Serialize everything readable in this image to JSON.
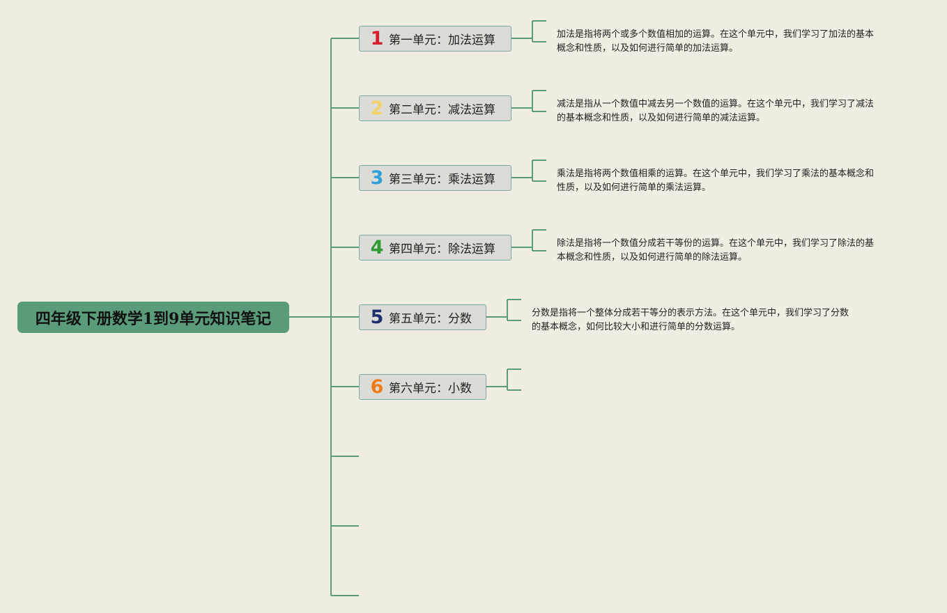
{
  "root": {
    "title": "四年级下册数学1到9单元知识笔记"
  },
  "units": [
    {
      "num": "1",
      "label": "第一单元：加法运算",
      "color": "#d4202f",
      "desc": [
        "加法是指将两个或多个数值相加的运算。在这个单元中，我们学习了加法的基本",
        "概念和性质，以及如何进行简单的加法运算。"
      ]
    },
    {
      "num": "2",
      "label": "第二单元：减法运算",
      "color": "#f2d36b",
      "desc": [
        "减法是指从一个数值中减去另一个数值的运算。在这个单元中，我们学习了减法",
        "的基本概念和性质，以及如何进行简单的减法运算。"
      ]
    },
    {
      "num": "3",
      "label": "第三单元：乘法运算",
      "color": "#2f9fd8",
      "desc": [
        "乘法是指将两个数值相乘的运算。在这个单元中，我们学习了乘法的基本概念和",
        "性质，以及如何进行简单的乘法运算。"
      ]
    },
    {
      "num": "4",
      "label": "第四单元：除法运算",
      "color": "#2f9a2f",
      "desc": [
        "除法是指将一个数值分成若干等份的运算。在这个单元中，我们学习了除法的基",
        "本概念和性质，以及如何进行简单的除法运算。"
      ]
    },
    {
      "num": "5",
      "label": "第五单元：分数",
      "color": "#1f2f6e",
      "desc": [
        "分数是指将一个整体分成若干等分的表示方法。在这个单元中，我们学习了分数",
        "的基本概念，如何比较大小和进行简单的分数运算。"
      ]
    },
    {
      "num": "6",
      "label": "第六单元：小数",
      "color": "#f07a1a",
      "desc": []
    }
  ],
  "colors": {
    "background": "#f0ede3",
    "root_fill": "#5a9c7a",
    "connector": "#5a9c7a",
    "node_fill": "#dbdcd8",
    "node_border": "#7fa99b"
  }
}
